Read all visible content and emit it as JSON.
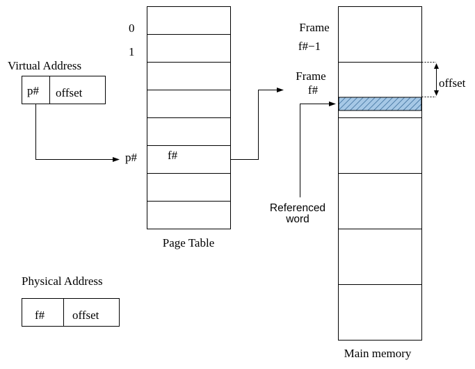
{
  "virtual_address": {
    "title": "Virtual Address",
    "page_field": "p#",
    "offset_field": "offset"
  },
  "page_table": {
    "caption": "Page Table",
    "index_0": "0",
    "index_1": "1",
    "row_page_label": "p#",
    "row_frame_value": "f#"
  },
  "physical_address": {
    "title": "Physical Address",
    "frame_field": "f#",
    "offset_field": "offset"
  },
  "main_memory": {
    "caption": "Main memory",
    "frame_prev_line1": "Frame",
    "frame_prev_line2": "f#−1",
    "frame_line1": "Frame",
    "frame_line2": "f#",
    "offset_label": "offset",
    "referenced_line1": "Referenced",
    "referenced_line2": "word",
    "highlight_color": "#a6c8e6"
  }
}
